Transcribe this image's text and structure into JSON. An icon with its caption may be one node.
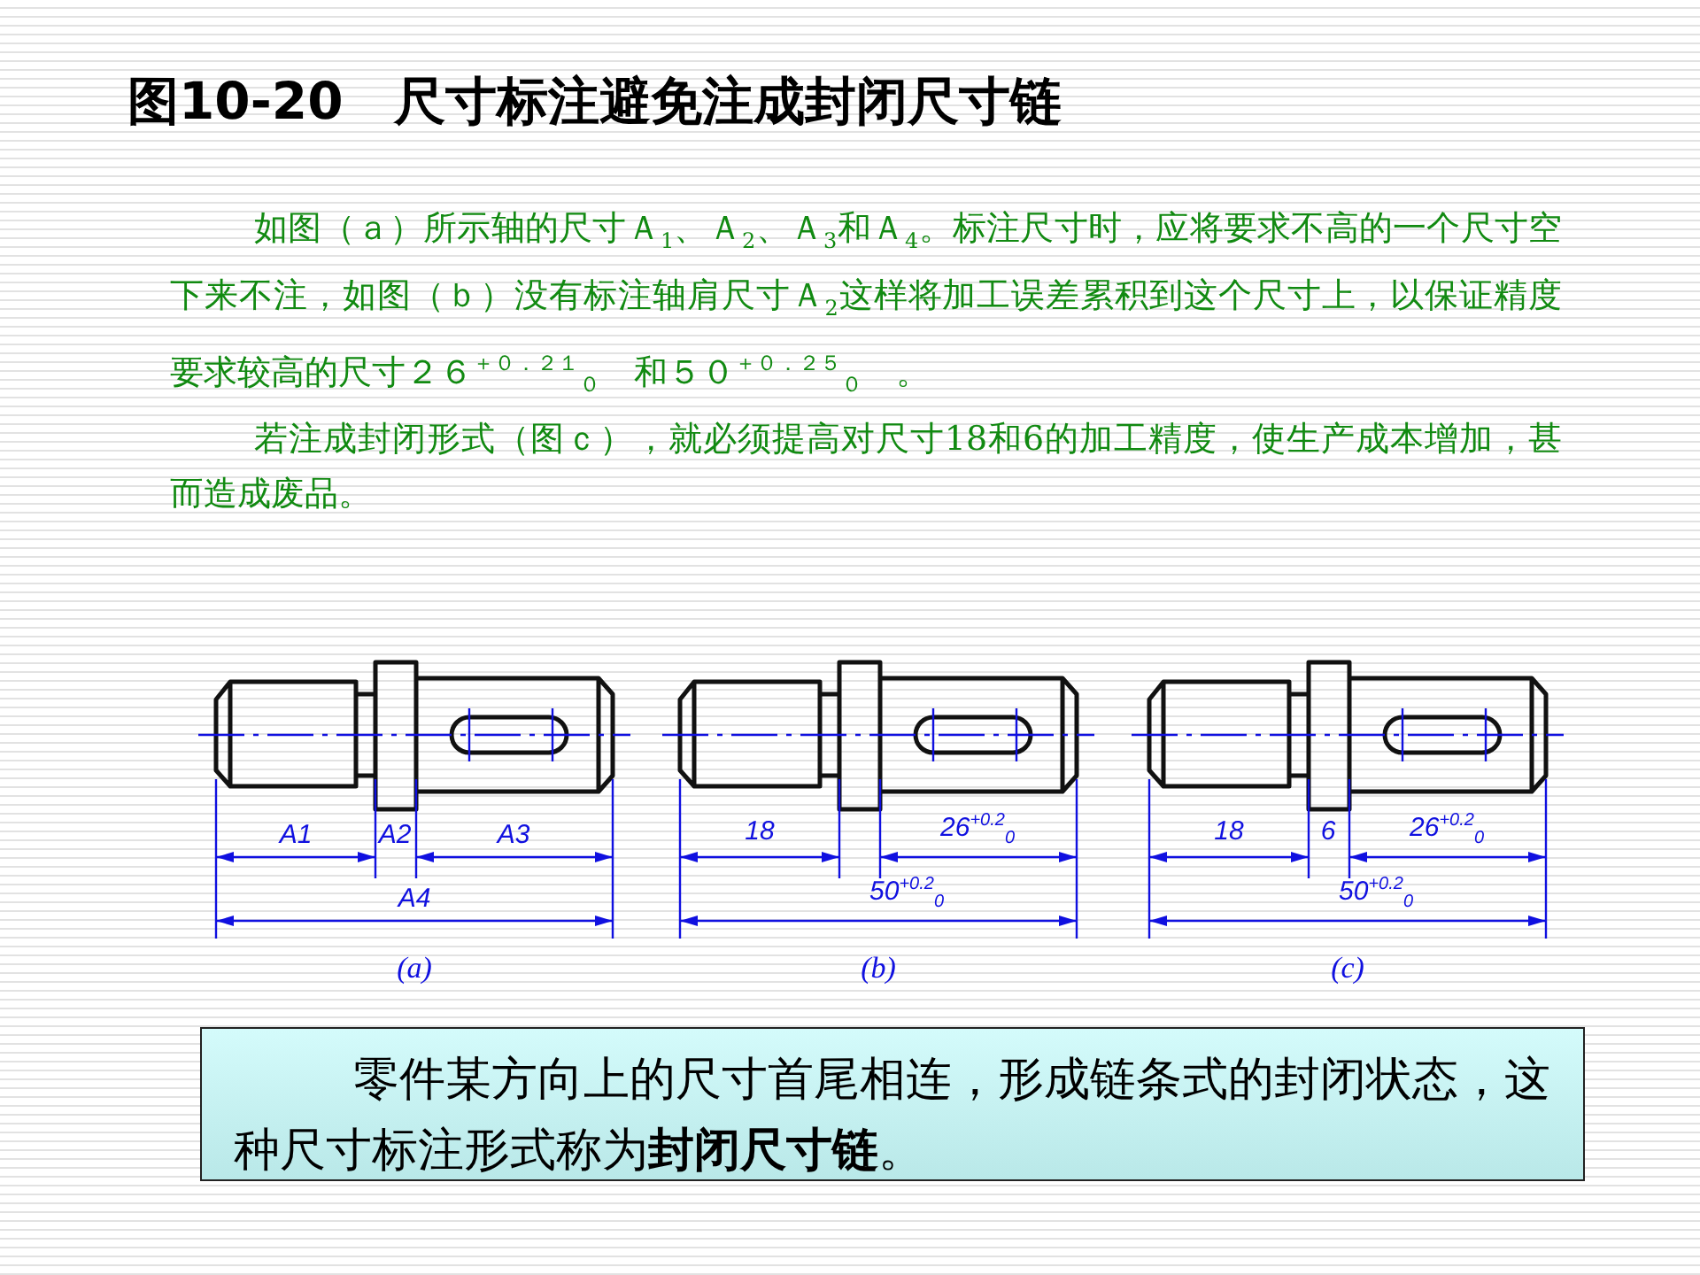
{
  "diagram": {
    "title": "图10-20　尺寸标注避免注成封闭尺寸链",
    "nodes": [
      {
        "text": [
          "零件某方向上的尺寸首尾相连，形成链条式的封闭状态，这种尺寸标注形式称为**封闭尺寸链**。"
        ]
      }
    ],
    "labels": [
      "如图（ａ）所示轴的尺寸Ａ$_{1}$、Ａ$_{2}$、Ａ$_{3}$和Ａ$_{4}$。标注尺寸时，应将要求不高的一个尺寸空下来不注，如图（ｂ）没有标注轴肩尺寸Ａ$_{2}$这样将加工误差累积到这个尺寸上，以保证精度要求较高的尺寸２６$^{＋０．２１}$$_{０}$　和５０$^{＋０．２５}$$_{０}$　。",
      "若注成封闭形式（图ｃ），就必须提高对尺寸18和6的加工精度，使生产成本增加，甚而造成废品。",
      "A1",
      "A2",
      "A3",
      "A4",
      "(a)",
      "18",
      "26$^{+0.2}$$_{0}$",
      "50$^{+0.2}$$_{0}$",
      "(b)",
      "18",
      "6",
      "26$^{+0.2}$$_{0}$",
      "50$^{+0.2}$$_{0}$",
      "(c)"
    ]
  }
}
